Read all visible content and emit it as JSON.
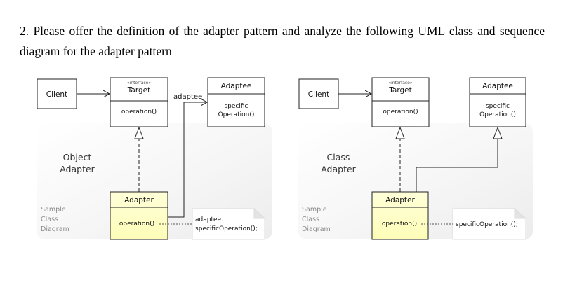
{
  "question": "2. Please offer the definition of the adapter pattern and analyze the following UML class and sequence diagram for the adapter pattern",
  "object_diagram": {
    "title_line1": "Object",
    "title_line2": "Adapter",
    "caption_line1": "Sample",
    "caption_line2": "Class",
    "caption_line3": "Diagram",
    "client": "Client",
    "target_stereotype": "«interface»",
    "target": "Target",
    "target_op": "operation()",
    "adaptee": "Adaptee",
    "adaptee_op_line1": "specific",
    "adaptee_op_line2": "Operation()",
    "adapter": "Adapter",
    "adapter_op": "operation()",
    "assoc_label": "adaptee",
    "note_line1": "adaptee.",
    "note_line2": "specificOperation();"
  },
  "class_diagram": {
    "title_line1": "Class",
    "title_line2": "Adapter",
    "caption_line1": "Sample",
    "caption_line2": "Class",
    "caption_line3": "Diagram",
    "client": "Client",
    "target_stereotype": "«interface»",
    "target": "Target",
    "target_op": "operation()",
    "adaptee": "Adaptee",
    "adaptee_op_line1": "specific",
    "adaptee_op_line2": "Operation()",
    "adapter": "Adapter",
    "adapter_op": "operation()",
    "note_line1": "specificOperation();"
  },
  "colors": {
    "adapter_fill": "#ffffcc",
    "panel_fill": "#f4f4f4",
    "stroke": "#222222"
  }
}
